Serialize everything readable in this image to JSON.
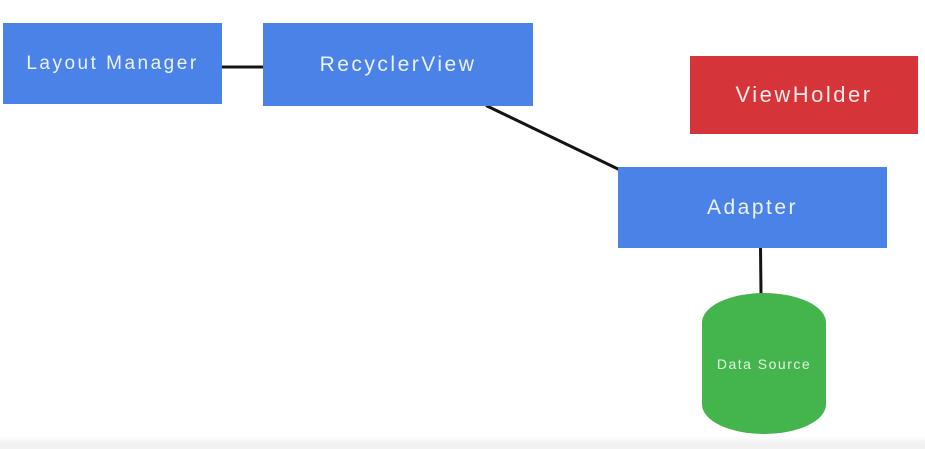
{
  "canvas": {
    "background_color": "#ffffff",
    "footer_strip_color": "#f2f2f3"
  },
  "diagram": {
    "nodes": [
      {
        "id": "layout-manager",
        "label": "Layout Manager",
        "shape": "rectangle",
        "fill": "#4a82e7"
      },
      {
        "id": "recycler-view",
        "label": "RecyclerView",
        "shape": "rectangle",
        "fill": "#4a82e7"
      },
      {
        "id": "view-holder",
        "label": "ViewHolder",
        "shape": "rectangle",
        "fill": "#d53438"
      },
      {
        "id": "adapter",
        "label": "Adapter",
        "shape": "rectangle",
        "fill": "#4a82e7"
      },
      {
        "id": "data-source",
        "label": "Data Source",
        "shape": "cylinder",
        "fill": "#43b54c"
      }
    ],
    "edges": [
      {
        "from": "layout-manager",
        "to": "recycler-view"
      },
      {
        "from": "recycler-view",
        "to": "adapter"
      },
      {
        "from": "adapter",
        "to": "data-source"
      }
    ],
    "edge_color": "#141414",
    "label_color": "#edf1fb"
  }
}
